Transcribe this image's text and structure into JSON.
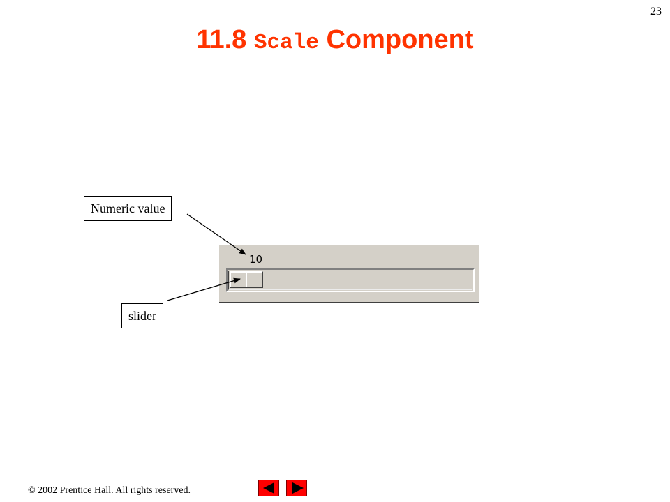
{
  "slide": {
    "number": "23",
    "title_prefix": "11.8 ",
    "title_code": "Scale",
    "title_suffix": " Component"
  },
  "callouts": {
    "numeric_value": "Numeric value",
    "slider": "slider"
  },
  "scale_widget": {
    "value": "10",
    "level_fraction": 0.0
  },
  "footer": {
    "copyright_symbol": "©",
    "text": " 2002 Prentice Hall.  All rights reserved."
  },
  "navigation": {
    "prev_icon": "left-triangle-icon",
    "next_icon": "right-triangle-icon",
    "color": "#ff0000"
  },
  "colors": {
    "title": "#ff3300",
    "widget_background": "#d4d0c8"
  }
}
